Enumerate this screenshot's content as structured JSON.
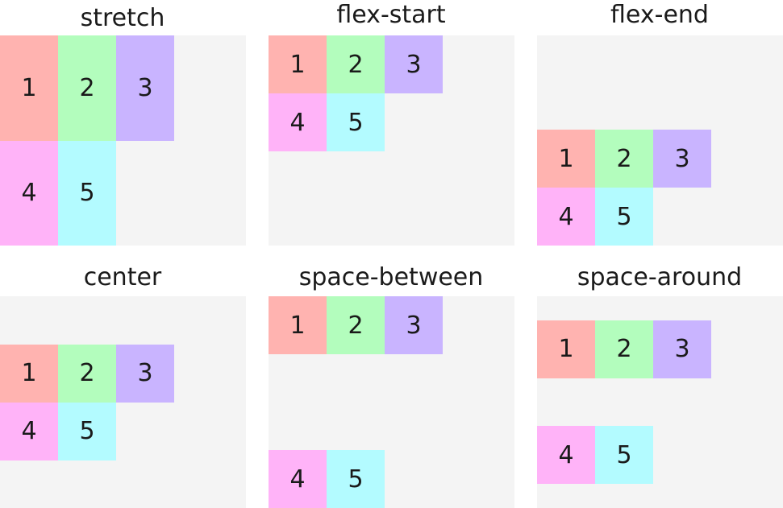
{
  "colors": {
    "item_1": "#ffb3b0",
    "item_2": "#b3fdbd",
    "item_3": "#c9b4ff",
    "item_4": "#ffb3f8",
    "item_5": "#b3fbff",
    "container_background": "#f4f4f4"
  },
  "panels": [
    {
      "title": "stretch",
      "align": "stretch",
      "items": [
        {
          "label": "1",
          "color_key": "item_1"
        },
        {
          "label": "2",
          "color_key": "item_2"
        },
        {
          "label": "3",
          "color_key": "item_3"
        },
        {
          "label": "4",
          "color_key": "item_4"
        },
        {
          "label": "5",
          "color_key": "item_5"
        }
      ]
    },
    {
      "title": "flex-start",
      "align": "flex-start",
      "items": [
        {
          "label": "1",
          "color_key": "item_1"
        },
        {
          "label": "2",
          "color_key": "item_2"
        },
        {
          "label": "3",
          "color_key": "item_3"
        },
        {
          "label": "4",
          "color_key": "item_4"
        },
        {
          "label": "5",
          "color_key": "item_5"
        }
      ]
    },
    {
      "title": "flex-end",
      "align": "flex-end",
      "items": [
        {
          "label": "1",
          "color_key": "item_1"
        },
        {
          "label": "2",
          "color_key": "item_2"
        },
        {
          "label": "3",
          "color_key": "item_3"
        },
        {
          "label": "4",
          "color_key": "item_4"
        },
        {
          "label": "5",
          "color_key": "item_5"
        }
      ]
    },
    {
      "title": "center",
      "align": "center",
      "items": [
        {
          "label": "1",
          "color_key": "item_1"
        },
        {
          "label": "2",
          "color_key": "item_2"
        },
        {
          "label": "3",
          "color_key": "item_3"
        },
        {
          "label": "4",
          "color_key": "item_4"
        },
        {
          "label": "5",
          "color_key": "item_5"
        }
      ]
    },
    {
      "title": "space-between",
      "align": "space-between",
      "items": [
        {
          "label": "1",
          "color_key": "item_1"
        },
        {
          "label": "2",
          "color_key": "item_2"
        },
        {
          "label": "3",
          "color_key": "item_3"
        },
        {
          "label": "4",
          "color_key": "item_4"
        },
        {
          "label": "5",
          "color_key": "item_5"
        }
      ]
    },
    {
      "title": "space-around",
      "align": "space-around",
      "items": [
        {
          "label": "1",
          "color_key": "item_1"
        },
        {
          "label": "2",
          "color_key": "item_2"
        },
        {
          "label": "3",
          "color_key": "item_3"
        },
        {
          "label": "4",
          "color_key": "item_4"
        },
        {
          "label": "5",
          "color_key": "item_5"
        }
      ]
    }
  ]
}
